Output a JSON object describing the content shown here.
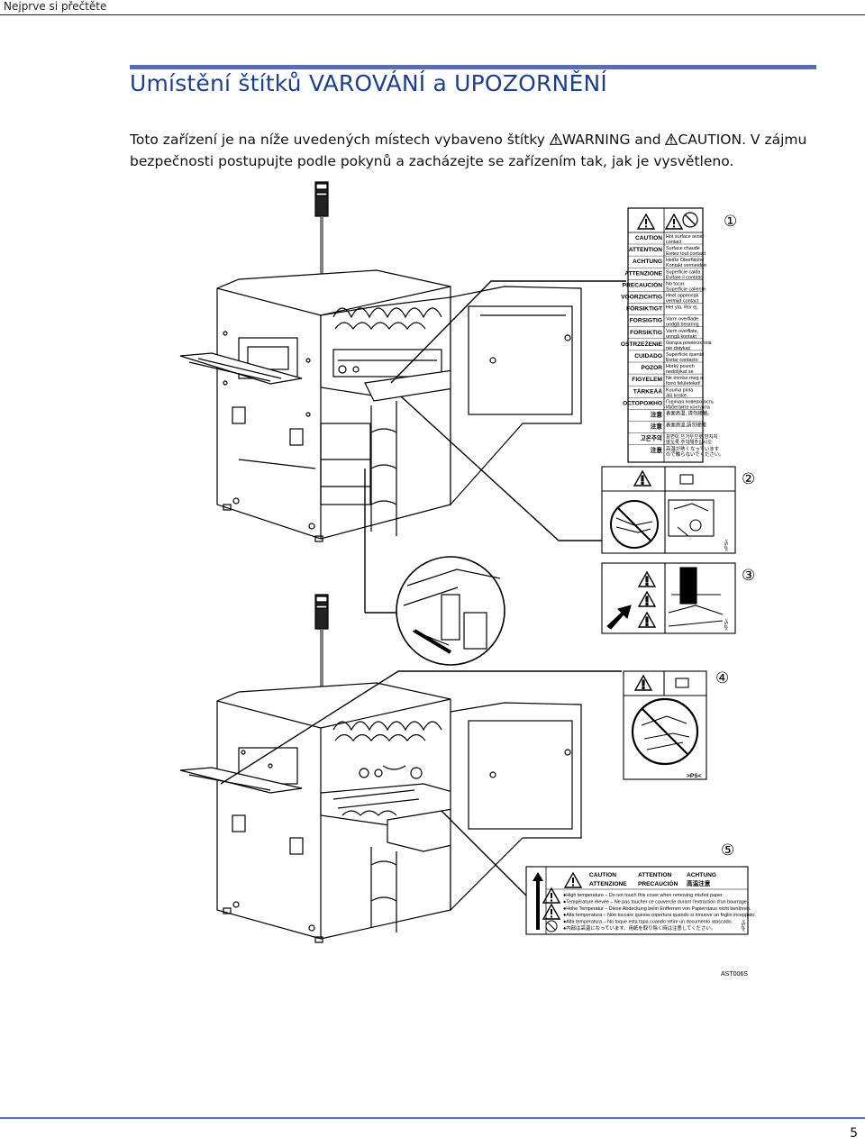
{
  "header": {
    "running_head": "Nejprve si přečtěte"
  },
  "title": "Umístění štítků VAROVÁNÍ a UPOZORNĚNÍ",
  "intro": {
    "part1": "Toto zařízení je na níže uvedených místech vybaveno štítky ",
    "warning_word": "WARNING",
    "and_word": " and ",
    "caution_word": "CAUTION",
    "part2": ". V zájmu bezpečnosti postupujte podle pokynů a zacházejte se zařízením tak, jak je vysvětleno."
  },
  "figure": {
    "code": "AST006S",
    "callouts": [
      "1",
      "2",
      "3",
      "4",
      "5"
    ],
    "label1_rows": [
      {
        "lang": "CAUTION",
        "text": [
          "Hot surface avoid",
          "contact"
        ]
      },
      {
        "lang": "ATTENTION",
        "text": [
          "Surface chaude",
          "Évitez tout contact"
        ]
      },
      {
        "lang": "ACHTUNG",
        "text": [
          "Heiße Oberfläche",
          "Kontakt vermeiden"
        ]
      },
      {
        "lang": "ATTENZIONE",
        "text": [
          "Superficie calda",
          "Evitare il contatto"
        ]
      },
      {
        "lang": "PRECAUCIÓN",
        "text": [
          "No tocar.",
          "Superficie caliente."
        ]
      },
      {
        "lang": "VOORZICHTIG",
        "text": [
          "Heet oppervlak",
          "vermijd contact"
        ]
      },
      {
        "lang": "FÖRSIKTIGT",
        "text": [
          "Het yta. Rör ej."
        ]
      },
      {
        "lang": "FORSIGTIG",
        "text": [
          "Varm overflade,",
          "undgå berøring"
        ]
      },
      {
        "lang": "FORSIKTIG",
        "text": [
          "Varm overflate,",
          "unngå kontakt"
        ]
      },
      {
        "lang": "OSTRZEŻENIE",
        "text": [
          "Gorąca powierzchnia",
          "nie dotykać"
        ]
      },
      {
        "lang": "CUIDADO",
        "text": [
          "Superfície quente",
          "Evitar contacto"
        ]
      },
      {
        "lang": "POZOR",
        "text": [
          "Horký povrch",
          "nedotýkat se"
        ]
      },
      {
        "lang": "FIGYELEM",
        "text": [
          "Ne érintse meg a",
          "forró felületeket!"
        ]
      },
      {
        "lang": "TÄRKEÄÄ",
        "text": [
          "Kuuma pinta",
          "älä koske."
        ]
      },
      {
        "lang": "ОСТОРОЖНО",
        "text": [
          "Горячая поверхность",
          "Избегайте контакта"
        ]
      },
      {
        "lang": "注意",
        "text": [
          "表面高温, 请勿接触。"
        ]
      },
      {
        "lang": "注意",
        "text": [
          "表面高溫,請勿接觸"
        ]
      },
      {
        "lang": "고온주의",
        "text": [
          "표면이 뜨거우므로 만지지",
          "않도록 주의해주십시오"
        ]
      },
      {
        "lang": "注意",
        "text": [
          "高温が熱くなっています",
          "ので触らないでください。"
        ]
      }
    ],
    "label5": {
      "header_rows": [
        [
          "CAUTION",
          "ATTENTION",
          "ACHTUNG"
        ],
        [
          "ATTENZIONE",
          "PRECAUCIÓN",
          "高温注意"
        ]
      ],
      "lines": [
        "●High temperature – Do not touch this cover when removing misfed paper.",
        "●Température élevée – Ne pas toucher ce couvercle durant l'extraction d'un bourrage.",
        "●Hohe Temperatur – Diese Abdeckung beim Entfernen von Papierstaus nicht berühren.",
        "●Alta temperatura – Non toccare questa copertura quando si rimuove un foglio inceppato.",
        "●Alta temperatura – No toque esta tapa cuando retire un documento atascado.",
        "●内部は高温になっています。用紙を取り除く時は注意してください。"
      ]
    },
    "pse_mark": ">PS<"
  },
  "footer": {
    "page_number": "5"
  }
}
